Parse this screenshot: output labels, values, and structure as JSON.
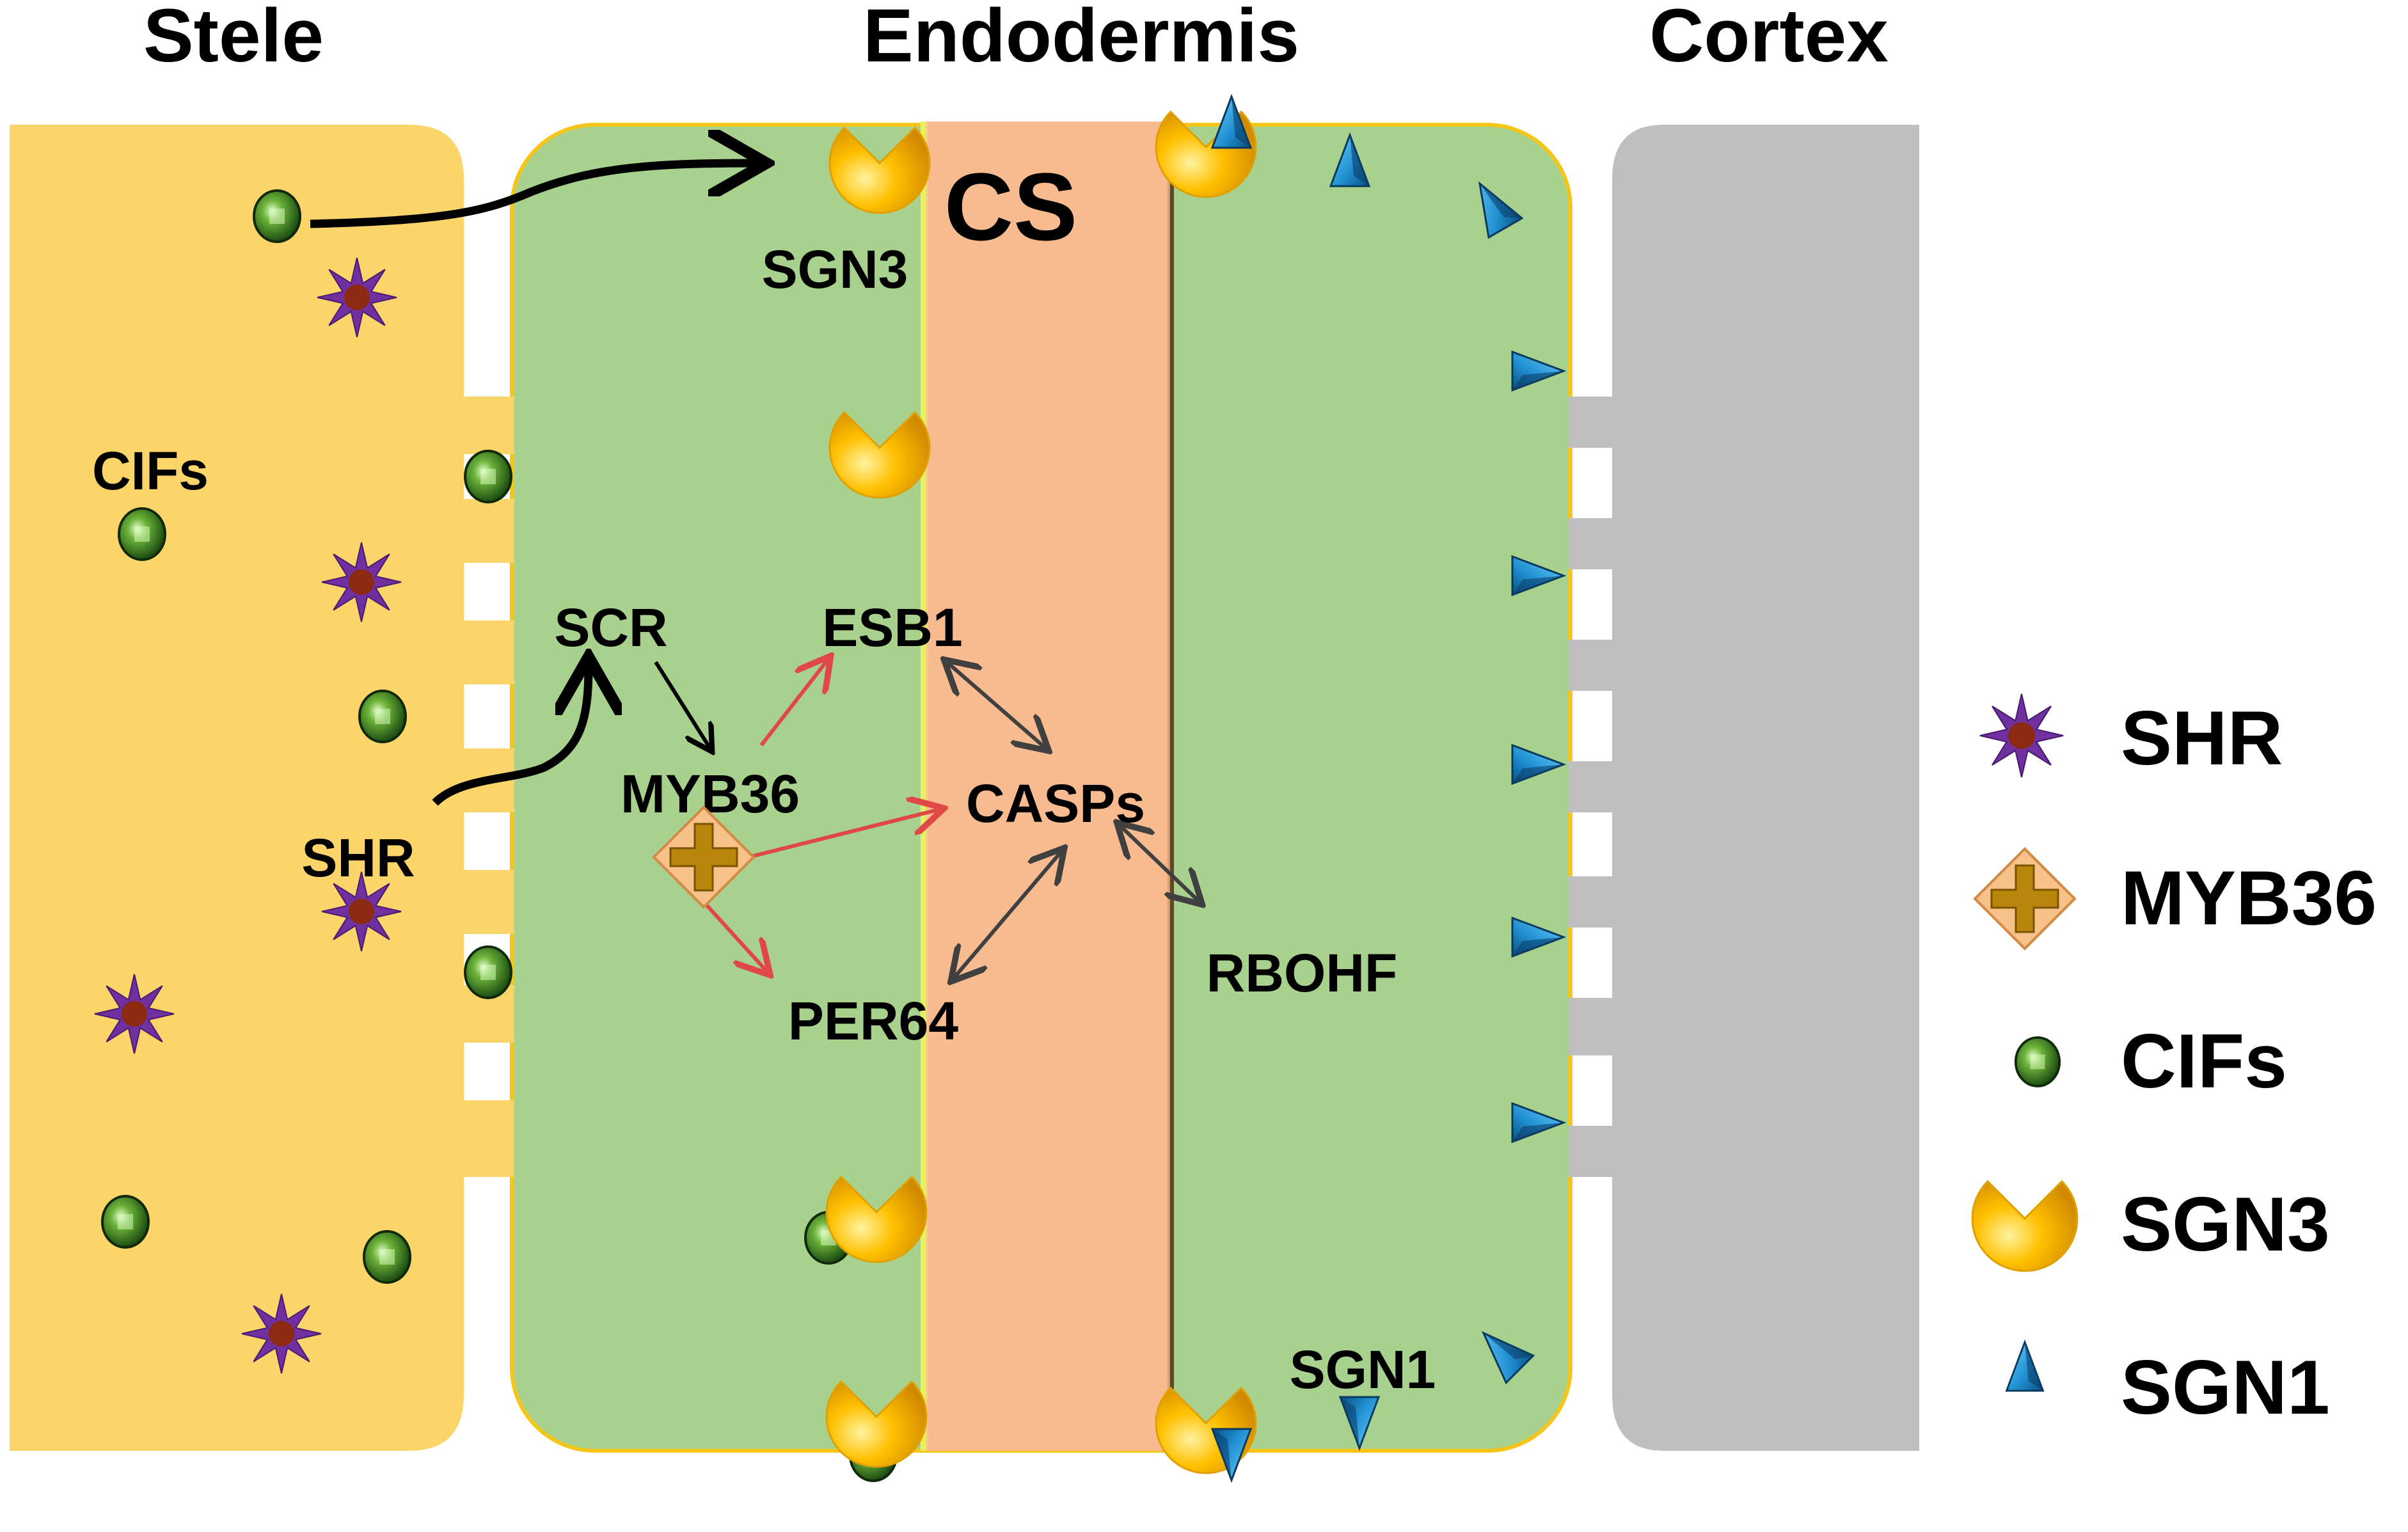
{
  "regions": {
    "stele": "Stele",
    "endodermis": "Endodermis",
    "cortex": "Cortex",
    "casparian_strip": "CS"
  },
  "labels": {
    "sgn3": "SGN3",
    "cifs": "CIFs",
    "shr": "SHR",
    "scr": "SCR",
    "myb36": "MYB36",
    "esb1": "ESB1",
    "casps": "CASPs",
    "per64": "PER64",
    "rbohf": "RBOHF",
    "sgn1": "SGN1"
  },
  "legend": [
    {
      "icon": "shr-star-icon",
      "label": "SHR"
    },
    {
      "icon": "myb36-diamond-icon",
      "label": "MYB36"
    },
    {
      "icon": "cif-peptide-icon",
      "label": "CIFs"
    },
    {
      "icon": "sgn3-receptor-icon",
      "label": "SGN3"
    },
    {
      "icon": "sgn1-kinase-icon",
      "label": "SGN1"
    }
  ],
  "colors": {
    "stele": "#fcd56a",
    "endodermis": "#a9d18e",
    "casparian_strip": "#f8bb8f",
    "cortex": "#bfbfbf",
    "shr": "#7030a0",
    "shr_core": "#8b2a10",
    "myb36": "#b8860b",
    "cif": "#2e7d1e",
    "sgn3": "#ffc000",
    "sgn1": "#1f8fd0",
    "activation_arrow": "#e04848",
    "interaction_arrow": "#404040"
  }
}
